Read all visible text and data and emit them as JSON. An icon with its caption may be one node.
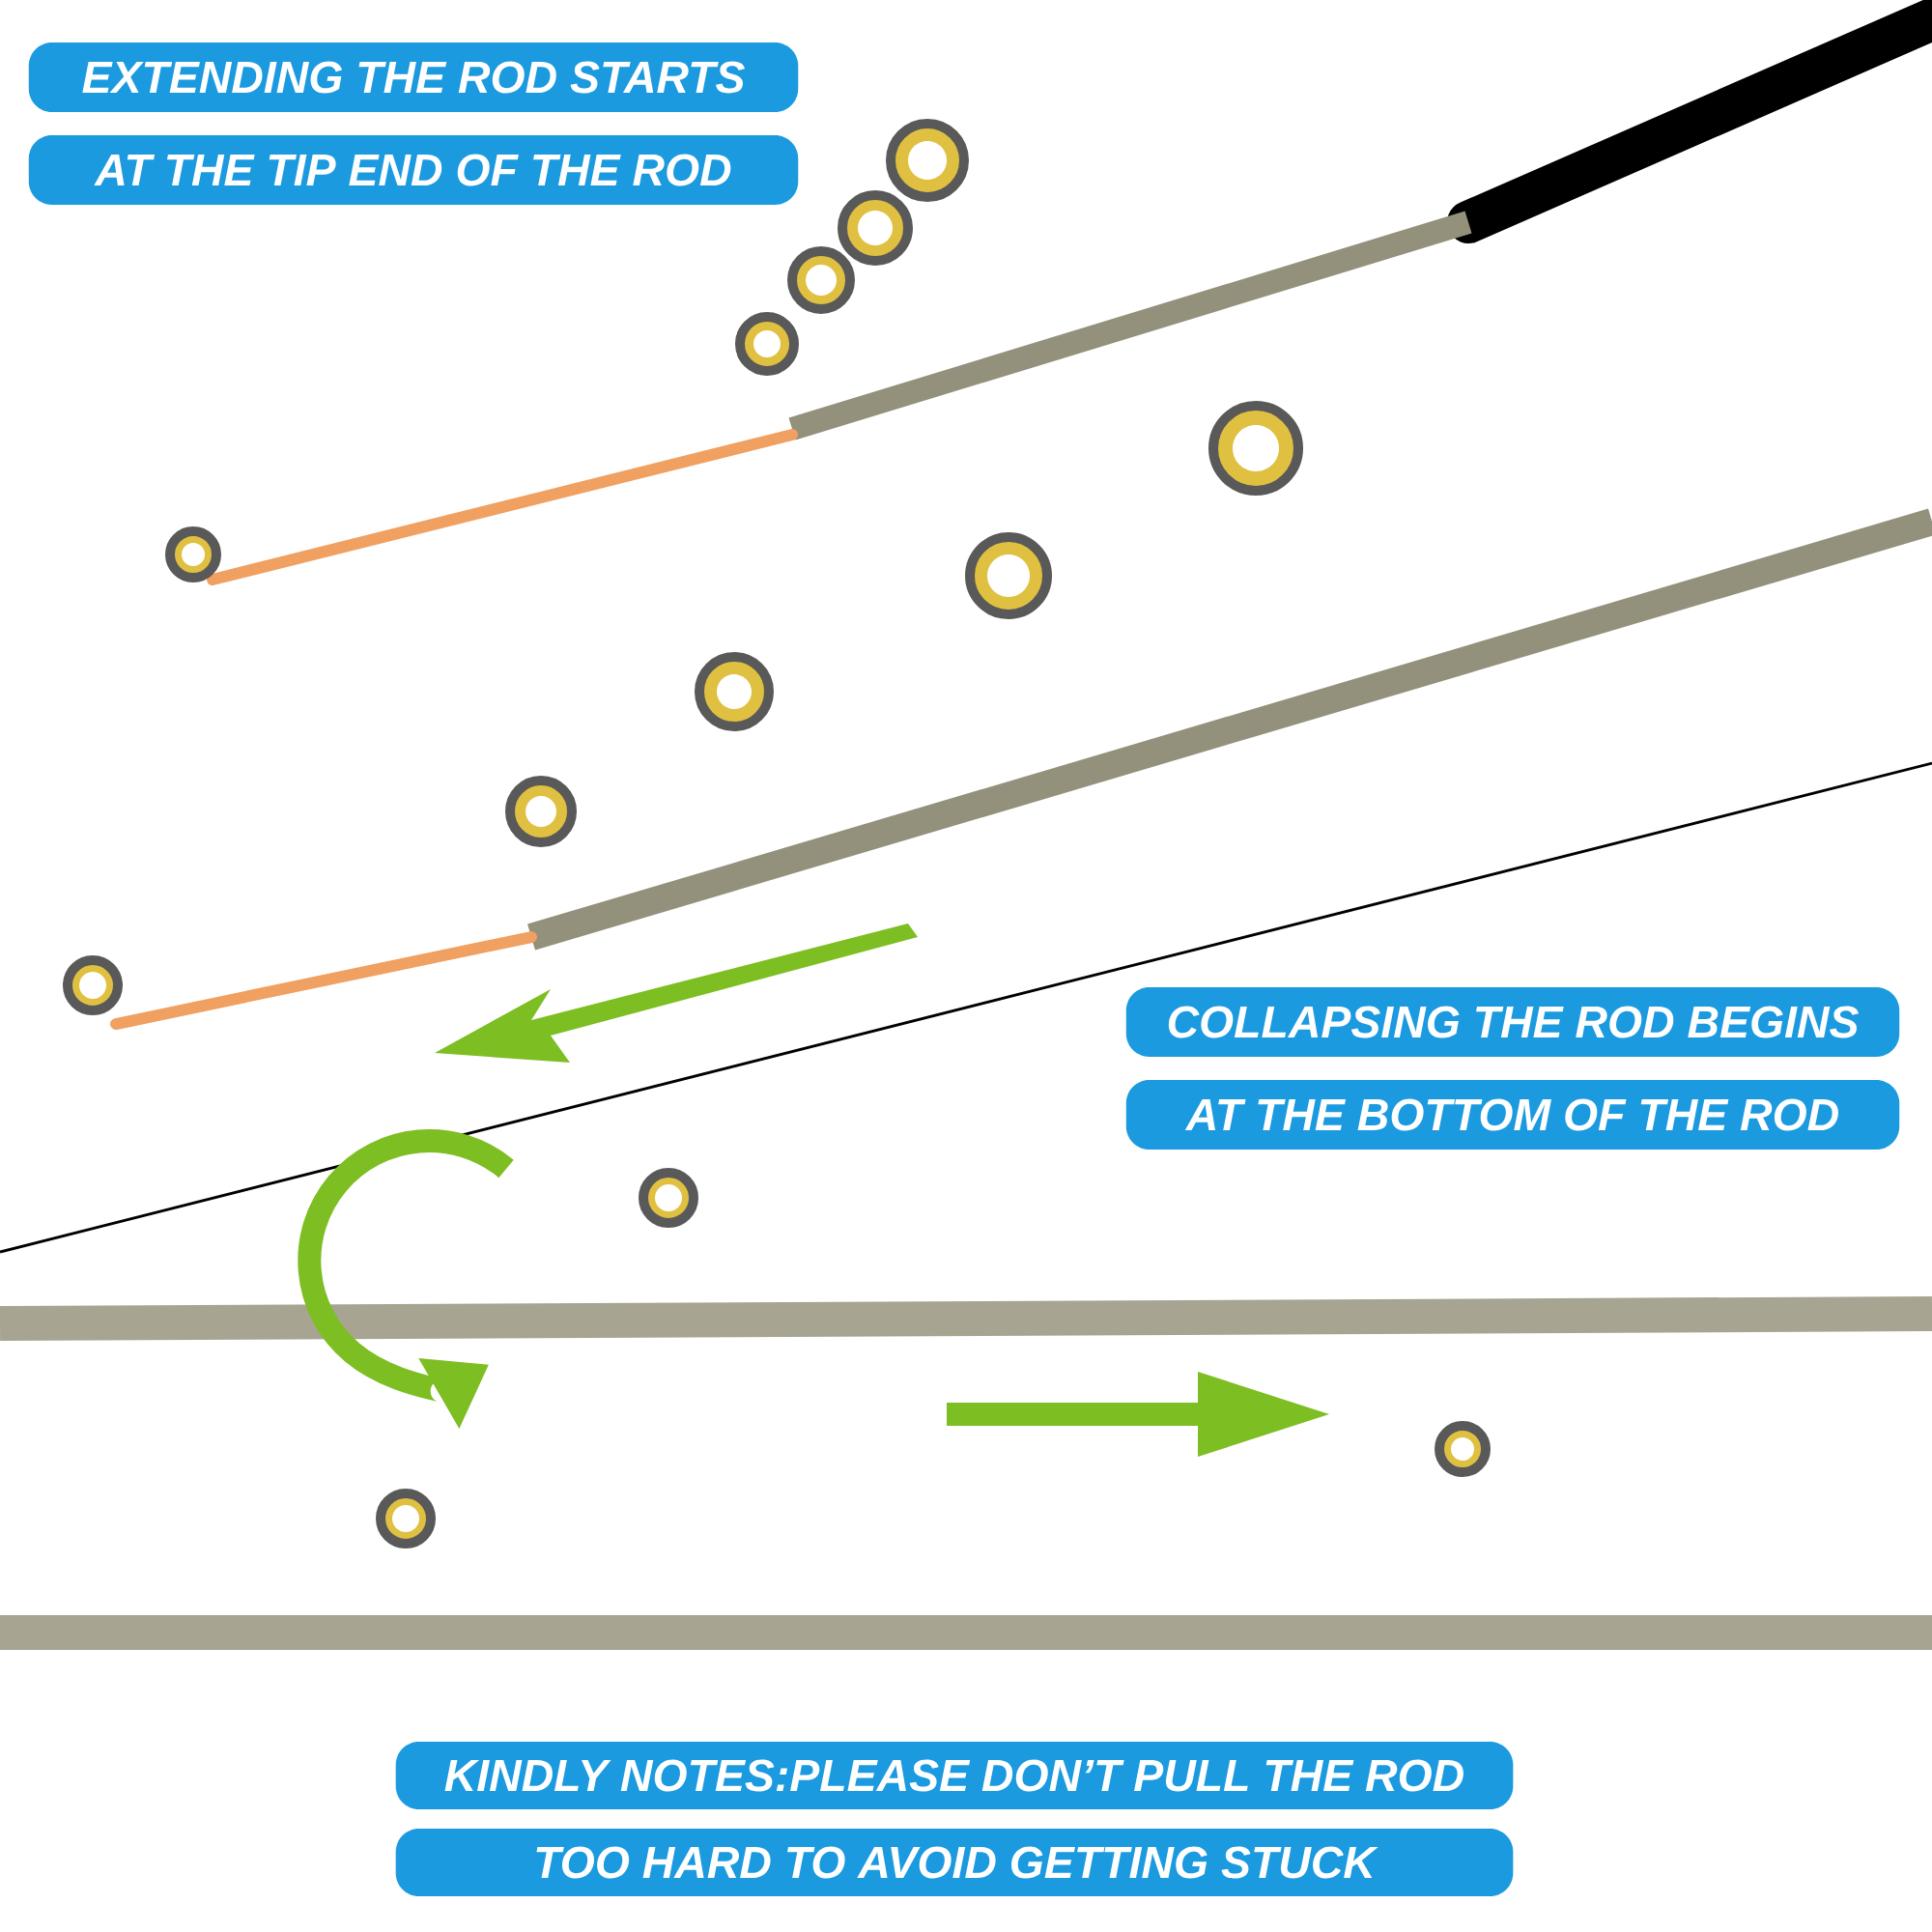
{
  "diagram": {
    "labels": [
      "EXTENDING THE ROD STARTS",
      "AT THE TIP END OF THE ROD",
      "COLLAPSING THE ROD BEGINS",
      "AT THE BOTTOM OF THE ROD",
      "KINDLY NOTES:PLEASE DON’T PULL THE ROD",
      "TOO HARD TO AVOID GETTING STUCK"
    ]
  }
}
